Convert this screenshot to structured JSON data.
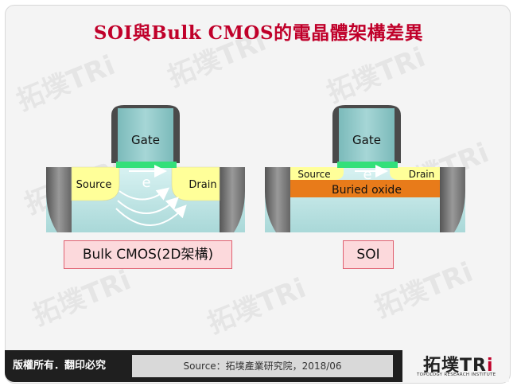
{
  "title": "SOI與Bulk CMOS的電晶體架構差異",
  "watermark": "拓墣TRi",
  "bulk": {
    "gate_label": "Gate",
    "source_label": "Source",
    "drain_label": "Drain",
    "electron_label": "e",
    "caption": "Bulk CMOS(2D架構)"
  },
  "soi": {
    "gate_label": "Gate",
    "source_label": "Source",
    "drain_label": "Drain",
    "electron_label": "e",
    "oxide_label": "Buried oxide",
    "caption": "SOI"
  },
  "footer": {
    "rights": "版權所有．翻印必究",
    "source": "Source：拓墣產業研究院，2018/06",
    "logo_text_a": "拓墣TR",
    "logo_text_b": "i",
    "logo_sub": "TOPOLOGY RESEARCH INSTITUTE"
  },
  "colors": {
    "title": "#c0002a",
    "gate": "#8fc9c9",
    "channel": "#33e07a",
    "source_drain": "#ffff99",
    "oxide": "#e87b1a",
    "substrate": "#c8ecec",
    "caption_bg": "#fcd9dc"
  }
}
